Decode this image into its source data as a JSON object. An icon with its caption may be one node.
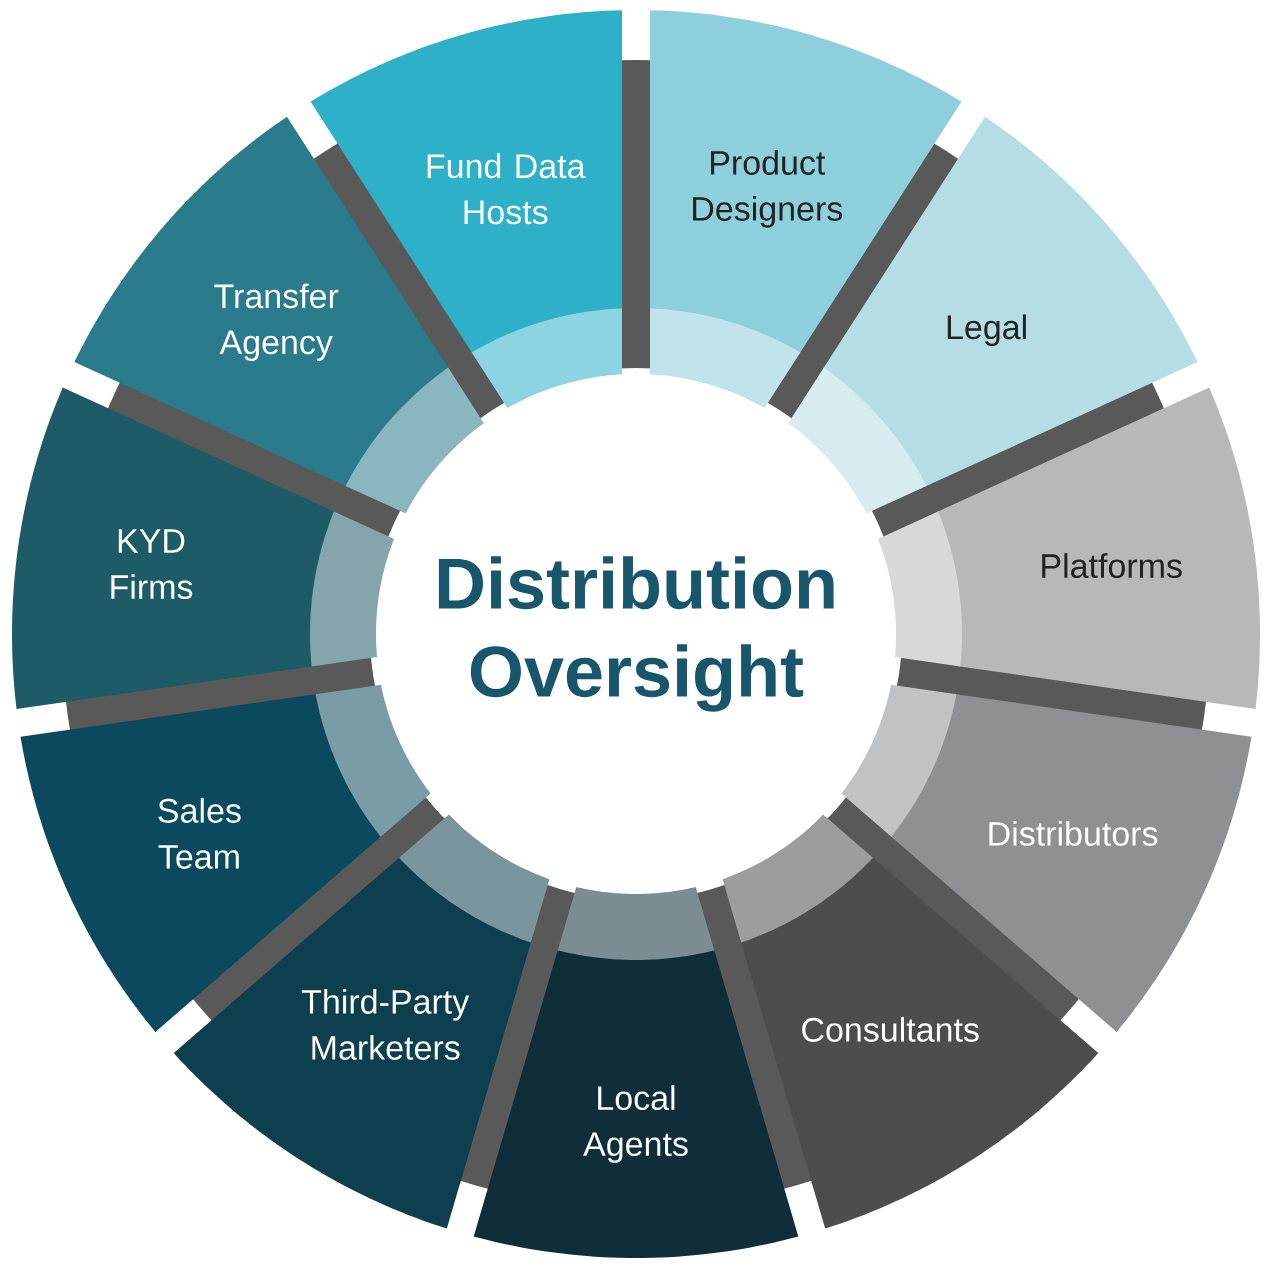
{
  "diagram": {
    "nodes": [
      {
        "text": [
          "Distribution Oversight"
        ]
      },
      {
        "text": [
          "Fund Data Hosts"
        ]
      },
      {
        "text": [
          "Product Designers"
        ]
      },
      {
        "text": [
          "Legal"
        ]
      },
      {
        "text": [
          "Platforms"
        ]
      },
      {
        "text": [
          "Distributors"
        ]
      },
      {
        "text": [
          "Consultants"
        ]
      },
      {
        "text": [
          "Local Agents"
        ]
      },
      {
        "text": [
          "Third-Party Marketers"
        ]
      },
      {
        "text": [
          "Sales Team"
        ]
      },
      {
        "text": [
          "KYD Firms"
        ]
      },
      {
        "text": [
          "Transfer Agency"
        ]
      }
    ]
  }
}
